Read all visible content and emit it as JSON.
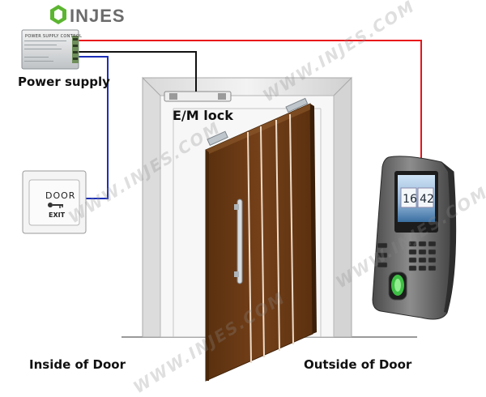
{
  "brand": {
    "name": "INJES",
    "watermark": "WWW.INJES.COM",
    "logo_color": "#5cb531"
  },
  "labels": {
    "power_supply": "Power supply",
    "em_lock": "E/M lock",
    "inside": "Inside of Door",
    "outside": "Outside of Door"
  },
  "exit_button": {
    "title": "DOOR",
    "subtitle": "EXIT"
  },
  "power_supply_unit": {
    "title": "POWER SUPPLY CONTROL"
  },
  "terminal": {
    "hour": "16",
    "minute": "42"
  },
  "wires": {
    "red": "#e8141a",
    "blue": "#1c2fb8",
    "black": "#111111"
  },
  "door": {
    "panel_color": "#6b3a12",
    "frame_color": "#e7e7e7"
  }
}
